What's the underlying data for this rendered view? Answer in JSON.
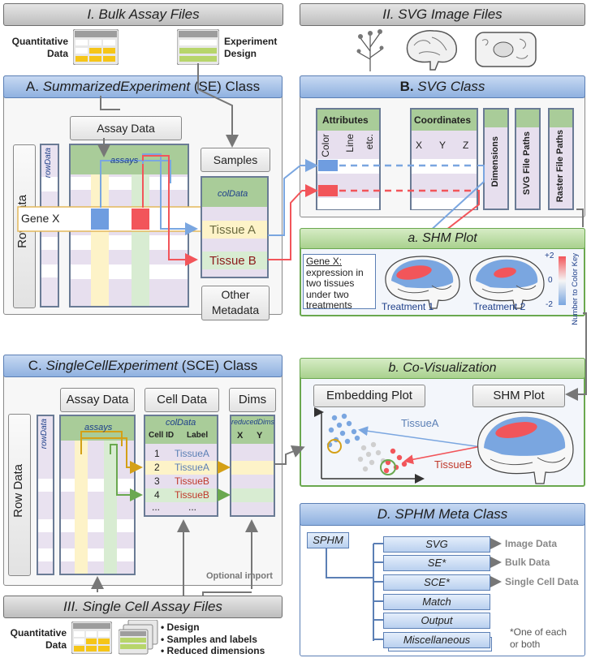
{
  "sections": {
    "bulk_files": "I. Bulk Assay Files",
    "svg_files": "II. SVG Image Files",
    "sc_files": "III. Single Cell Assay Files"
  },
  "bulk_icons": {
    "quant_line1": "Quantitative",
    "quant_line2": "Data",
    "design_line1": "Experiment",
    "design_line2": "Design"
  },
  "se_class": {
    "prefix": "A.",
    "name": "SummarizedExperiment",
    "suffix": " (SE) Class",
    "assay_data": "Assay Data",
    "samples": "Samples",
    "row_data": "Row Data",
    "rowData": "rowData",
    "assays": "assays",
    "colData": "colData",
    "gene_x": "Gene X",
    "tissue_a": "Tissue A",
    "tissue_b": "Tissue B",
    "other_meta_line1": "Other",
    "other_meta_line2": "Metadata"
  },
  "svg_class": {
    "prefix": "B.",
    "name": "SVG Class",
    "attributes": "Attributes",
    "attr_cols": [
      "Color",
      "Line",
      "etc."
    ],
    "coordinates": "Coordinates",
    "coord_cols": [
      "X",
      "Y",
      "Z"
    ],
    "dimensions": "Dimensions",
    "svg_paths": "SVG File Paths",
    "raster_paths": "Raster File Paths"
  },
  "shm_plot": {
    "title": "a. SHM Plot",
    "gene_label": "Gene X:",
    "desc_lines": [
      "expression in",
      "two tissues",
      "under two",
      "treatments"
    ],
    "treatment1": "Treatment 1",
    "treatment2": "Treatment 2",
    "key_label": "Number to Color Key",
    "key_ticks": [
      "+2",
      "0",
      "-2"
    ]
  },
  "covis": {
    "title": "b. Co-Visualization",
    "embedding": "Embedding Plot",
    "shm": "SHM Plot",
    "tissue_a": "TissueA",
    "tissue_b": "TissueB"
  },
  "sce_class": {
    "prefix": "C.",
    "name": "SingleCellExperiment",
    "suffix": " (SCE) Class",
    "assay_data": "Assay Data",
    "cell_data": "Cell Data",
    "dims": "Dims",
    "row_data": "Row Data",
    "rowData": "rowData",
    "assays": "assays",
    "colData": "colData",
    "reducedDims": "reducedDims",
    "cell_id": "Cell ID",
    "label": "Label",
    "dim_x": "X",
    "dim_y": "Y",
    "rows": [
      {
        "id": "1",
        "label": "TissueA"
      },
      {
        "id": "2",
        "label": "TissueA"
      },
      {
        "id": "3",
        "label": "TissueB"
      },
      {
        "id": "4",
        "label": "TissueB"
      },
      {
        "id": "...",
        "label": "..."
      }
    ],
    "optional_import": "Optional import"
  },
  "sphm_class": {
    "title": "D. SPHM Meta Class",
    "root": "SPHM",
    "items": [
      "SVG",
      "SE*",
      "SCE*",
      "Match",
      "Output",
      "Miscellaneous"
    ],
    "annotations": [
      "Image Data",
      "Bulk Data",
      "Single Cell Data"
    ],
    "footnote_line1": "*One of each",
    "footnote_line2": "or both"
  },
  "sc_icons": {
    "quant_line1": "Quantitative",
    "quant_line2": "Data",
    "bullets": [
      "Design",
      "Samples and labels",
      "Reduced dimensions"
    ]
  },
  "colors": {
    "blue": "#7aa6e0",
    "red": "#f2555a",
    "yellow_band": "#fdf3c8",
    "green_band": "#d8ecd2",
    "header_green": "#a9cf8e",
    "lavender": "#e4d9ec"
  }
}
